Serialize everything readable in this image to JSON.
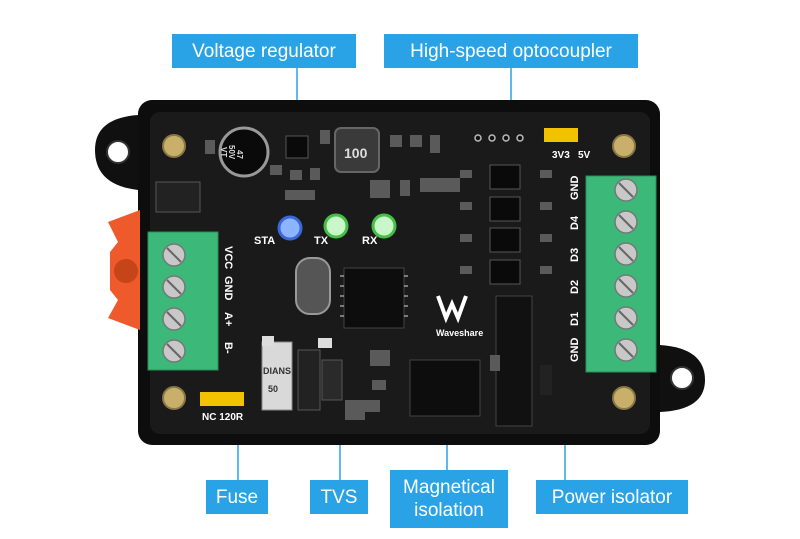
{
  "callouts": {
    "voltage_regulator": "Voltage regulator",
    "optocoupler": "High-speed optocoupler",
    "fuse": "Fuse",
    "tvs": "TVS",
    "magnetical_isolation_line1": "Magnetical",
    "magnetical_isolation_line2": "isolation",
    "power_isolator": "Power isolator"
  },
  "board": {
    "left_terminal_labels": [
      "VCC",
      "GND",
      "A+",
      "B-"
    ],
    "right_terminal_labels": [
      "GND",
      "D4",
      "D3",
      "D2",
      "D1",
      "GND"
    ],
    "led_labels": [
      "STA",
      "TX",
      "RX"
    ],
    "jumper_top_labels": [
      "3V3",
      "5V"
    ],
    "jumper_bottom_label": "NC 120R",
    "logo_text": "Waveshare",
    "capacitor_text": [
      "47",
      "50V",
      "VT"
    ],
    "inductor_text": "100",
    "fuse_text": [
      "DIANS",
      "50"
    ]
  },
  "colors": {
    "callout": "#29a3e6",
    "pcb": "#161616",
    "terminal": "#3cb878",
    "mount_tab": "#ee5a2c"
  }
}
